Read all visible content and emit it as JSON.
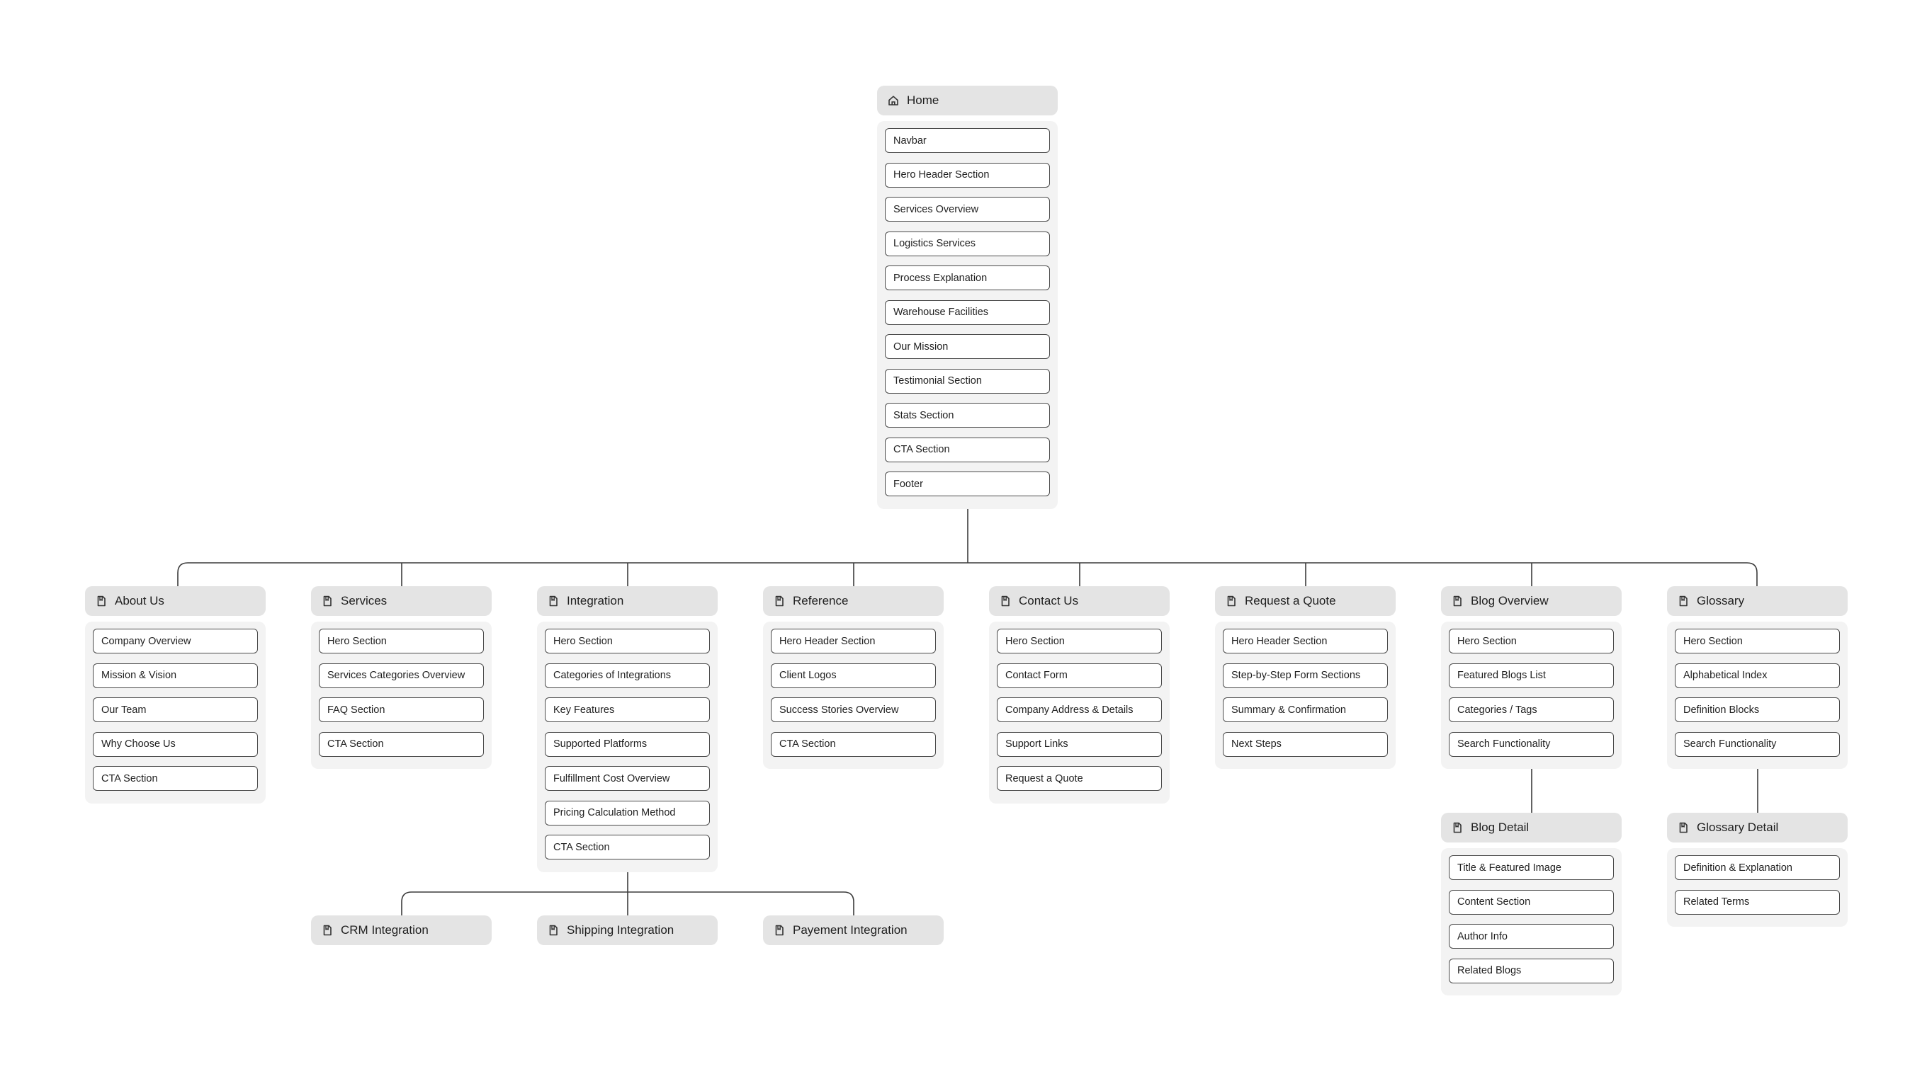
{
  "pages": {
    "home": {
      "title": "Home",
      "sections": [
        "Navbar",
        "Hero Header Section",
        "Services Overview",
        "Logistics Services",
        "Process Explanation",
        "Warehouse Facilities",
        "Our Mission",
        "Testimonial Section",
        "Stats Section",
        "CTA Section",
        "Footer"
      ]
    },
    "about_us": {
      "title": "About Us",
      "sections": [
        "Company Overview",
        "Mission & Vision",
        "Our Team",
        "Why Choose Us",
        "CTA Section"
      ]
    },
    "services": {
      "title": "Services",
      "sections": [
        "Hero Section",
        "Services Categories Overview",
        "FAQ Section",
        "CTA Section"
      ]
    },
    "integration": {
      "title": "Integration",
      "sections": [
        "Hero Section",
        "Categories of Integrations",
        "Key Features",
        "Supported Platforms",
        "Fulfillment Cost Overview",
        "Pricing Calculation Method",
        "CTA Section"
      ]
    },
    "reference": {
      "title": "Reference",
      "sections": [
        "Hero Header Section",
        "Client Logos",
        "Success Stories Overview",
        "CTA Section"
      ]
    },
    "contact_us": {
      "title": "Contact Us",
      "sections": [
        "Hero Section",
        "Contact Form",
        "Company Address & Details",
        "Support Links",
        "Request a Quote"
      ]
    },
    "request_quote": {
      "title": "Request a Quote",
      "sections": [
        "Hero Header Section",
        "Step-by-Step Form Sections",
        "Summary & Confirmation",
        "Next Steps"
      ]
    },
    "blog_overview": {
      "title": "Blog Overview",
      "sections": [
        "Hero Section",
        "Featured Blogs List",
        "Categories / Tags",
        "Search Functionality"
      ]
    },
    "glossary": {
      "title": "Glossary",
      "sections": [
        "Hero Section",
        "Alphabetical Index",
        "Definition Blocks",
        "Search Functionality"
      ]
    },
    "blog_detail": {
      "title": "Blog Detail",
      "sections": [
        "Title & Featured Image",
        "Content Section",
        "Author Info",
        "Related Blogs"
      ]
    },
    "glossary_detail": {
      "title": "Glossary Detail",
      "sections": [
        "Definition & Explanation",
        "Related Terms"
      ]
    },
    "crm_integration": {
      "title": "CRM Integration",
      "sections": []
    },
    "shipping_integration": {
      "title": "Shipping Integration",
      "sections": []
    },
    "payment_integration": {
      "title": "Payement Integration",
      "sections": []
    }
  },
  "colors": {
    "header_bg": "#e4e4e4",
    "panel_bg": "#f3f3f3",
    "item_border": "#4a4a4a",
    "connector": "#3c3c3c"
  },
  "icons": {
    "home": "home-icon",
    "page": "page-icon"
  }
}
